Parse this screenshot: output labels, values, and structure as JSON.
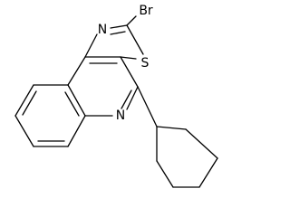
{
  "molecule": {
    "atoms": {
      "bromine": "Br",
      "thiazole_nitrogen": "N",
      "thiazole_sulfur": "S",
      "quinoline_nitrogen": "N"
    }
  },
  "colors": {
    "bond": "#000000",
    "label": "#000000",
    "background": "#ffffff"
  }
}
